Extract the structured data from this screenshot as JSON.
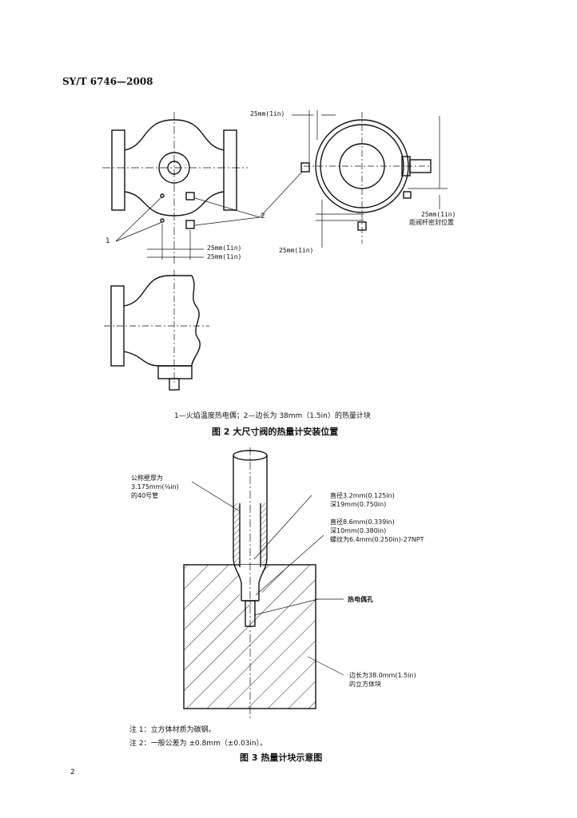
{
  "header": {
    "standard": "SY/T 6746—2008"
  },
  "figure2": {
    "dim_top": "25mm(1in)",
    "dim_left_a": "25mm(1in)",
    "dim_left_b": "25mm(1in)",
    "dim_right_bottom": "25mm(1in)",
    "dim_right_side": "25mm(1in)",
    "dim_right_side_note": "距阀杆密封位置",
    "callout_1": "1",
    "callout_2": "2",
    "legend": "1—火焰温度热电偶；2—边长为 38mm（1.5in）的热量计块",
    "caption": "图 2    大尺寸阀的热量计安装位置"
  },
  "figure3": {
    "pipe_label": [
      "公称壁厚为",
      "3.175mm(⅛in)",
      "的40号管"
    ],
    "hole1_label": [
      "直径3.2mm(0.125in)",
      "深19mm(0.750in)"
    ],
    "hole2_label": [
      "直径8.6mm(0.339in)",
      "深10mm(0.380in)",
      "螺纹为6.4mm(0.250in)-27NPT"
    ],
    "thermocouple_hole_label": "热电偶孔",
    "cube_label": [
      "边长为38.0mm(1.5in)",
      "的立方体块"
    ],
    "note1": "注 1：立方体材质为碳钢。",
    "note2": "注 2：一般公差为 ±0.8mm（±0.03in）。",
    "caption": "图 3    热量计块示意图"
  },
  "page_number": "2"
}
